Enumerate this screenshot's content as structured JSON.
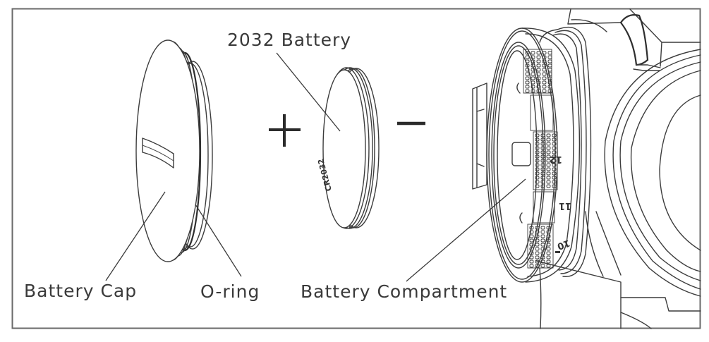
{
  "diagram": {
    "title": "Battery replacement exploded view",
    "labels": {
      "battery_cap": "Battery Cap",
      "o_ring": "O-ring",
      "battery": "2032 Battery",
      "compartment": "Battery Compartment"
    },
    "symbols": {
      "plus": "+",
      "minus": "−"
    },
    "coin_marking": "CR2032",
    "dial_markings": [
      "12",
      "11",
      "10"
    ]
  },
  "colors": {
    "line": "#3c3c3c",
    "text": "#3a3a3a",
    "frame": "#6a6a6a",
    "background": "#ffffff"
  }
}
